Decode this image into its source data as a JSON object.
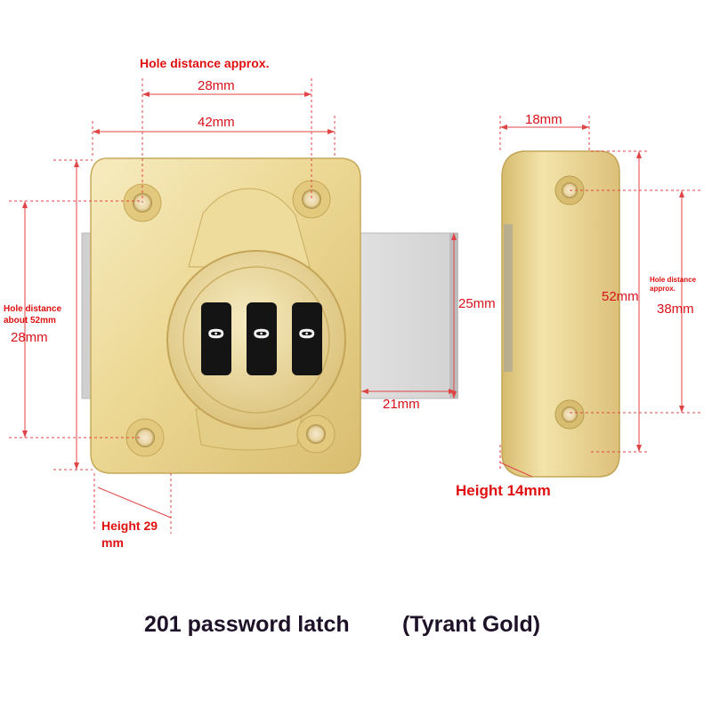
{
  "annotations": {
    "hole_distance_top": "Hole distance approx.",
    "dim_28mm_top": "28mm",
    "dim_42mm": "42mm",
    "dim_18mm": "18mm",
    "hole_distance_left_line1": "Hole distance",
    "hole_distance_left_line2": "about 52mm",
    "dim_28mm_left": "28mm",
    "dim_25mm": "25mm",
    "dim_21mm": "21mm",
    "dim_52mm": "52mm",
    "hole_distance_right_line1": "Hole distance",
    "hole_distance_right_line2": "approx.",
    "dim_38mm": "38mm",
    "height_29_line1": "Height 29",
    "height_29_line2": "mm",
    "height_14": "Height 14mm"
  },
  "dial_digits": [
    "0",
    "0",
    "0"
  ],
  "caption": {
    "product": "201 password latch",
    "variant": "(Tyrant Gold)"
  },
  "colors": {
    "annotation_red": "#e01010",
    "dimension_line": "#e04545",
    "brass_light": "#f4e6ae",
    "brass_mid": "#e6cf86",
    "brass_dark": "#c9ad5e",
    "steel": "#dcdcdc",
    "caption_text": "#1e1228"
  }
}
